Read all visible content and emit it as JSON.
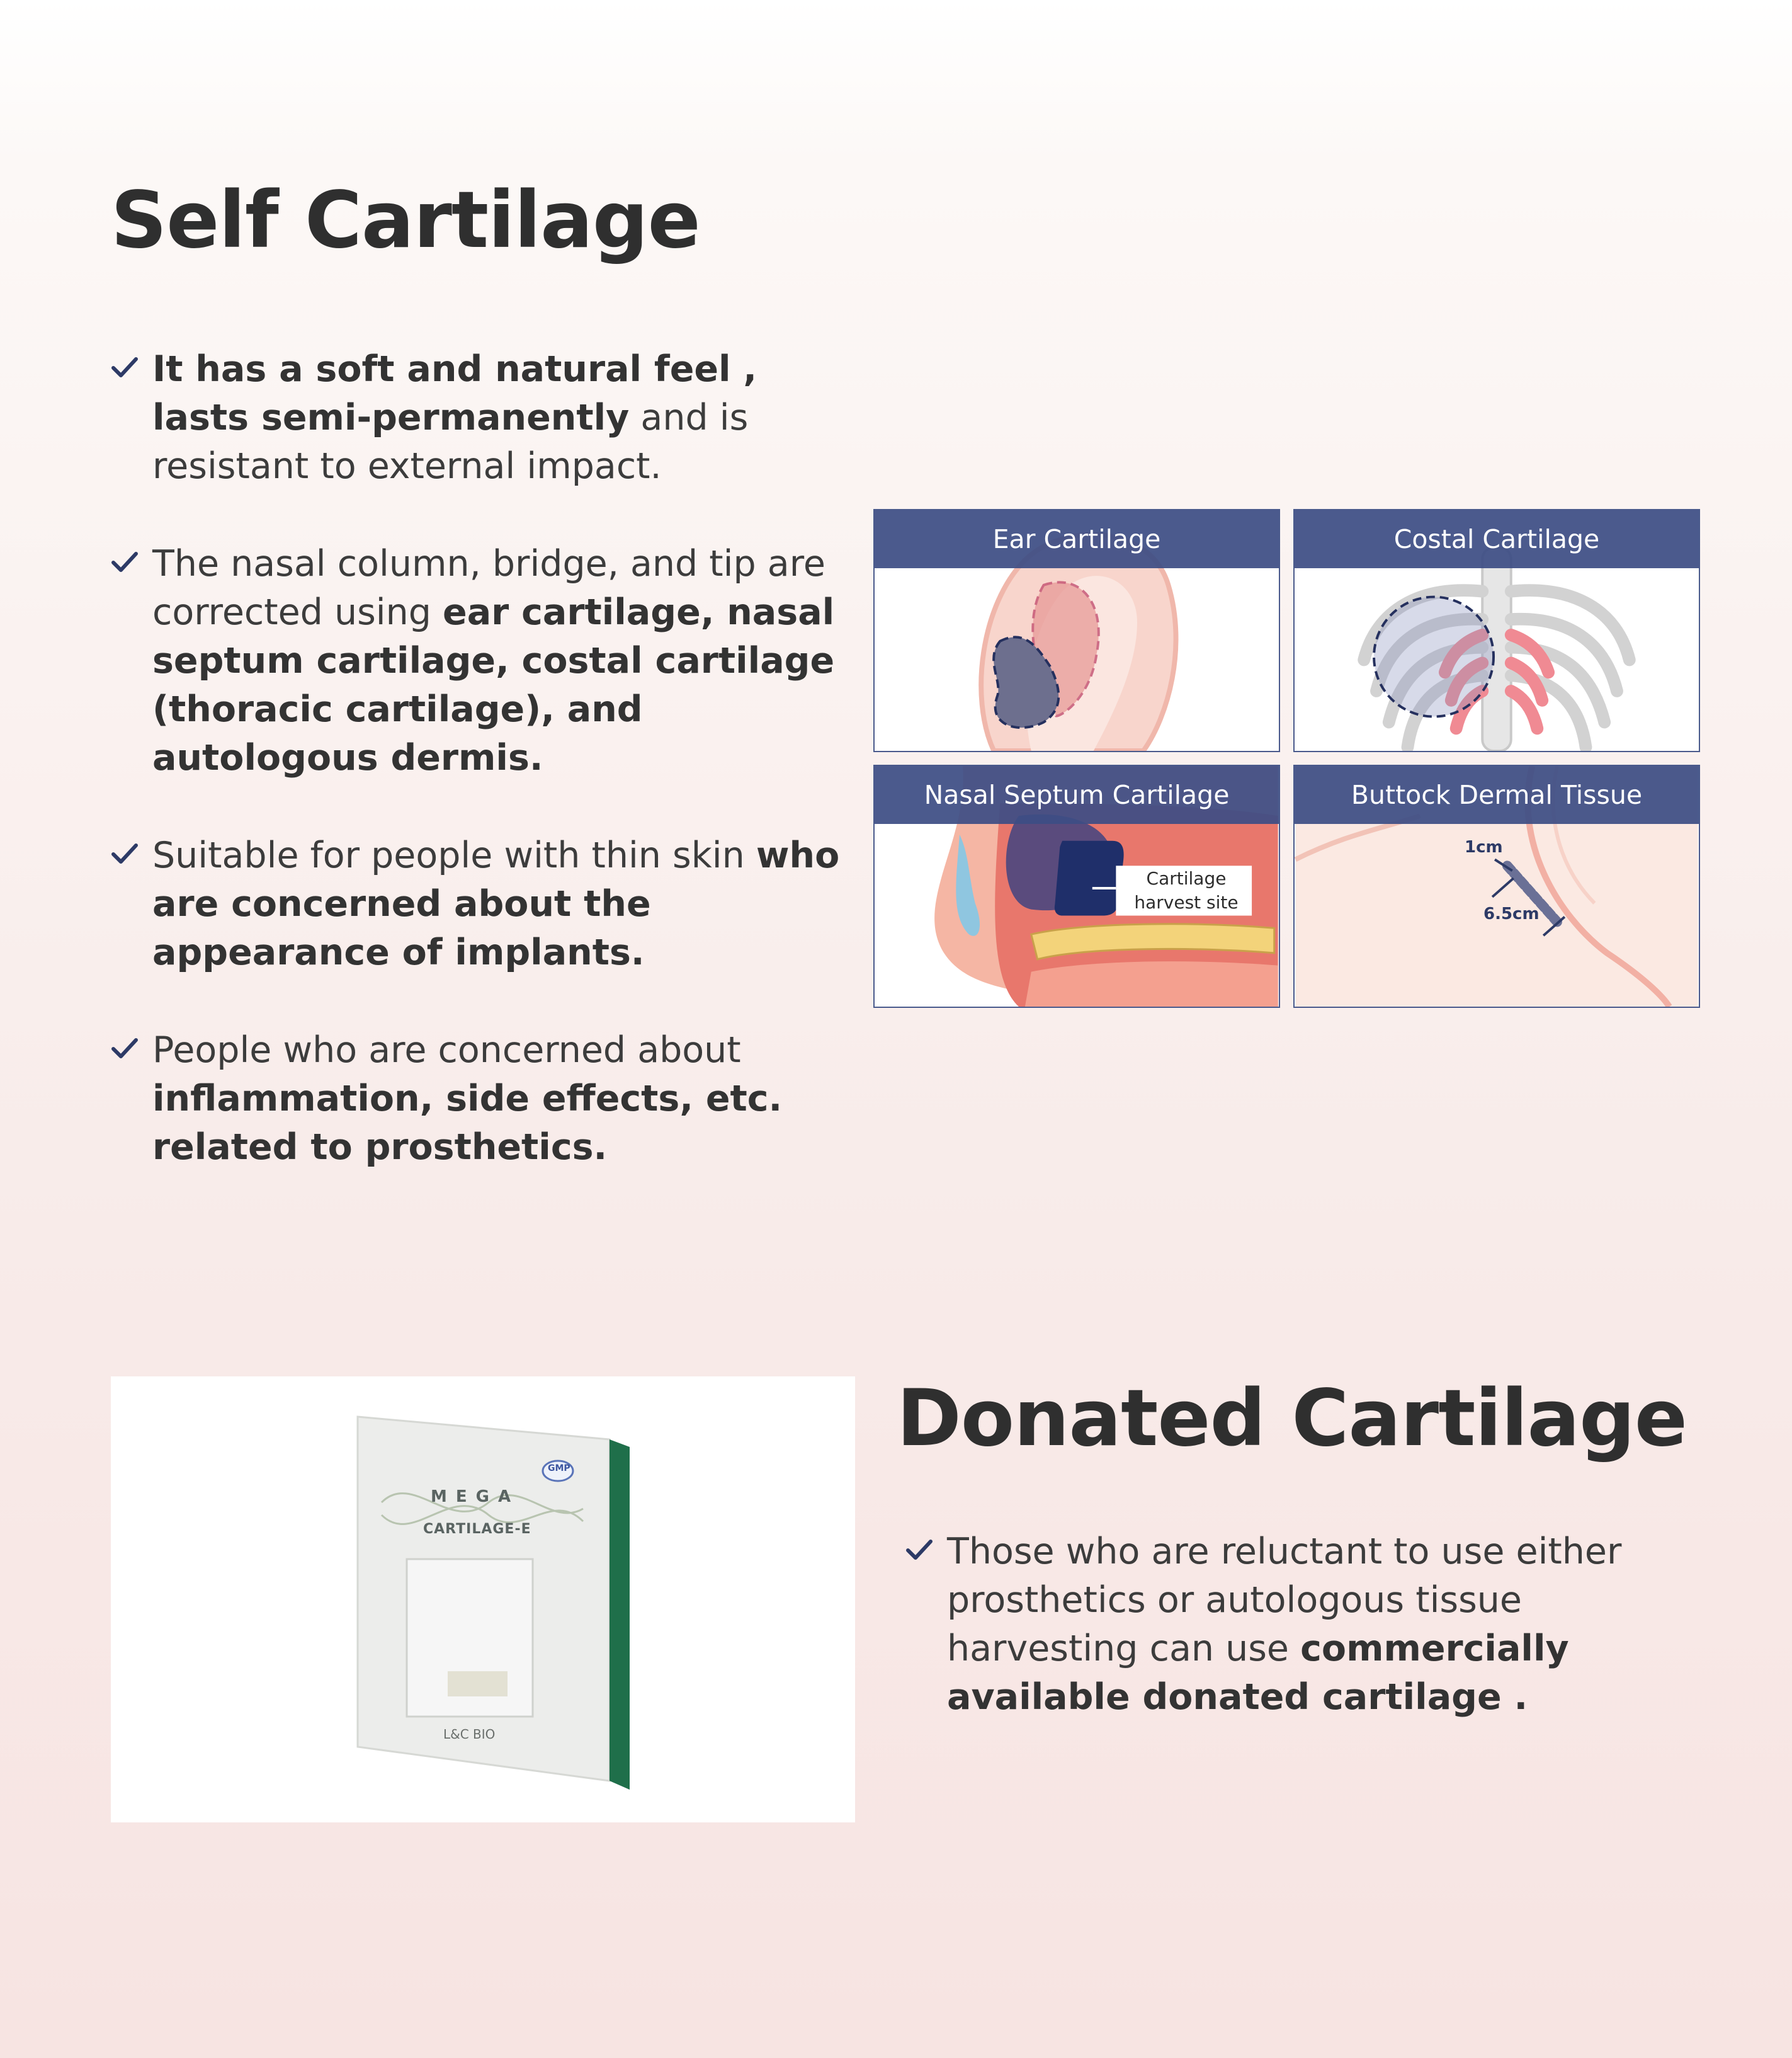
{
  "self": {
    "title": "Self Cartilage",
    "items": [
      {
        "b1": "It has a soft and natural feel , lasts semi-permanently",
        "t1": " and is resistant to external impact."
      },
      {
        "t1": "The nasal column, bridge, and tip are corrected using ",
        "b1": "ear cartilage, nasal septum cartilage, costal cartilage (thoracic cartilage), and autologous dermis."
      },
      {
        "t1": "Suitable for people with thin skin ",
        "b1": "who are concerned about the appearance of implants."
      },
      {
        "t1": "People who are concerned about ",
        "b1": "inflammation, side effects, etc. related to prosthetics."
      }
    ],
    "panels": [
      {
        "label": "Ear Cartilage"
      },
      {
        "label": "Costal Cartilage"
      },
      {
        "label": "Nasal Septum Cartilage",
        "callout_line1": "Cartilage",
        "callout_line2": "harvest site"
      },
      {
        "label": "Buttock Dermal Tissue",
        "dim_width": "1cm",
        "dim_length": "6.5cm"
      }
    ]
  },
  "donated": {
    "title": "Donated Cartilage",
    "item": {
      "t1": "Those who are reluctant to use either prosthetics or autologous tissue harvesting can use ",
      "b1": "commercially available donated cartilage ."
    },
    "product": {
      "brand": "MEGA",
      "name": "CARTILAGE-E",
      "badge": "GMP",
      "maker": "L&C BIO"
    }
  },
  "colors": {
    "accent_navy": "#3d4d84",
    "check": "#2d3a66",
    "text": "#333333"
  }
}
